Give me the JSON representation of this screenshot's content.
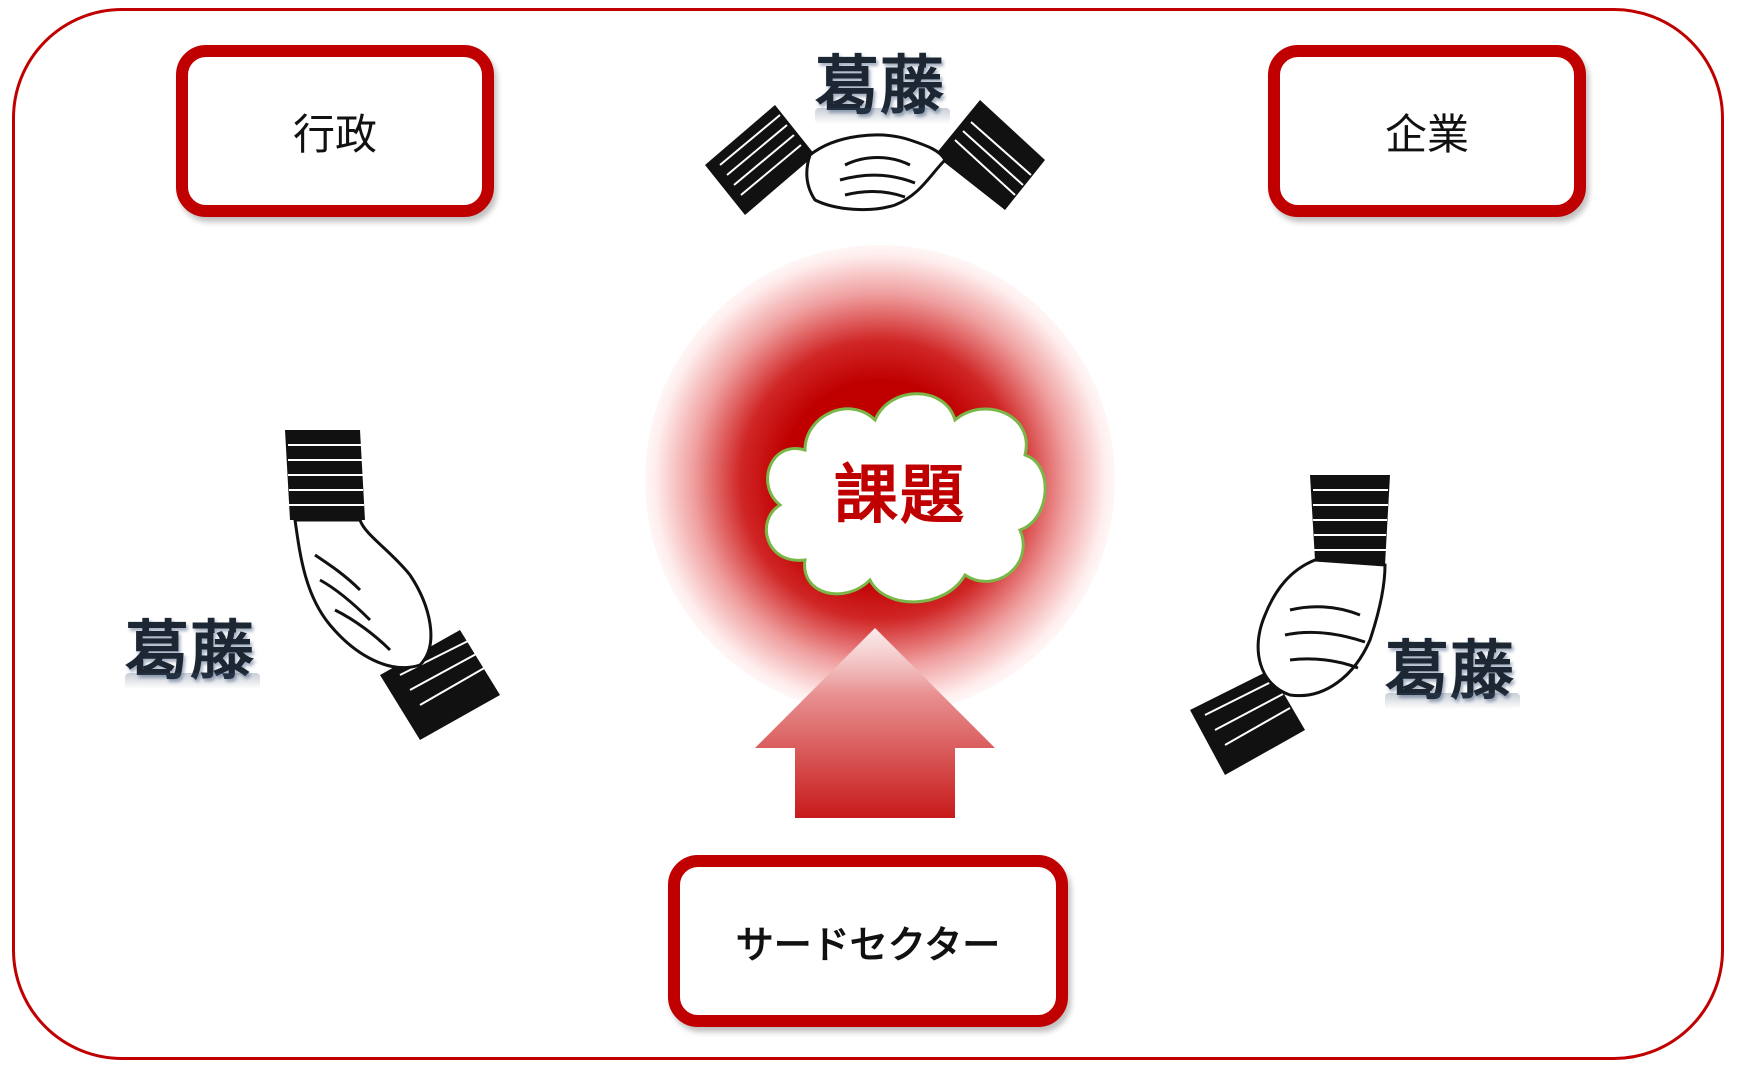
{
  "diagram": {
    "center": {
      "label": "課題"
    },
    "actors": {
      "government": "行政",
      "business": "企業",
      "third_sector": "サードセクター"
    },
    "conflicts": {
      "top": "葛藤",
      "left": "葛藤",
      "right": "葛藤"
    }
  },
  "colors": {
    "accent": "#c00000",
    "cloud_border": "#7ab648",
    "label_dark": "#1c2733"
  },
  "icons": {
    "handshake": "handshake-icon",
    "cloud": "cloud-shape",
    "arrow": "up-arrow"
  }
}
